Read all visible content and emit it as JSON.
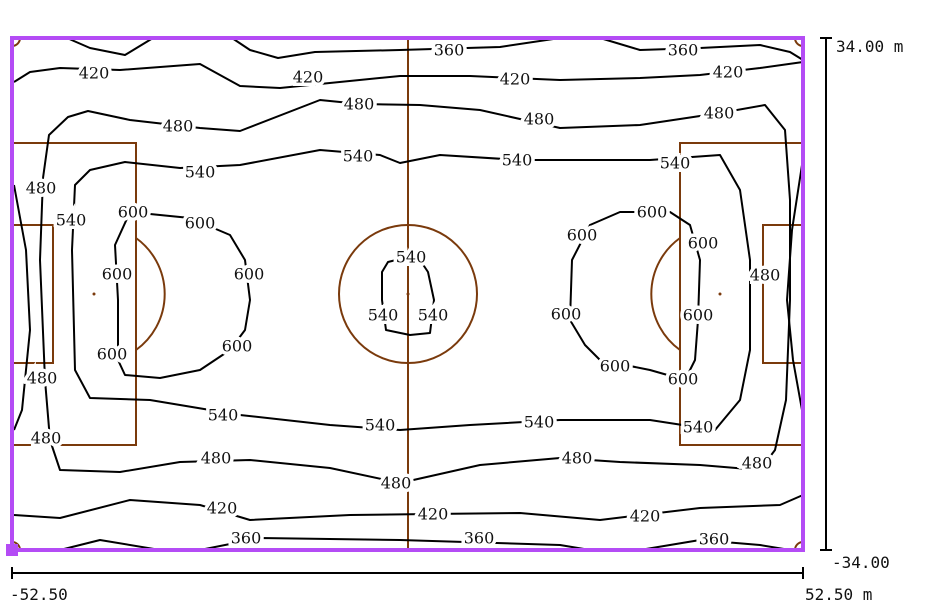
{
  "colors": {
    "boundary": "#b44cf5",
    "pitch_lines": "#7a3a0c",
    "contours": "#000000"
  },
  "axes": {
    "y_top": "34.00 m",
    "y_bottom": "-34.00",
    "x_left": "-52.50",
    "x_right": "52.50 m"
  },
  "contour_labels": [
    "360",
    "360",
    "420",
    "420",
    "420",
    "420",
    "480",
    "480",
    "480",
    "480",
    "540",
    "540",
    "540",
    "540",
    "480",
    "540",
    "600",
    "600",
    "600",
    "600",
    "600",
    "540",
    "600",
    "600",
    "480",
    "540",
    "540",
    "600",
    "600",
    "600",
    "600",
    "600",
    "600",
    "480",
    "540",
    "540",
    "540",
    "540",
    "480",
    "480",
    "480",
    "480",
    "480",
    "420",
    "420",
    "420",
    "360",
    "360",
    "360"
  ]
}
